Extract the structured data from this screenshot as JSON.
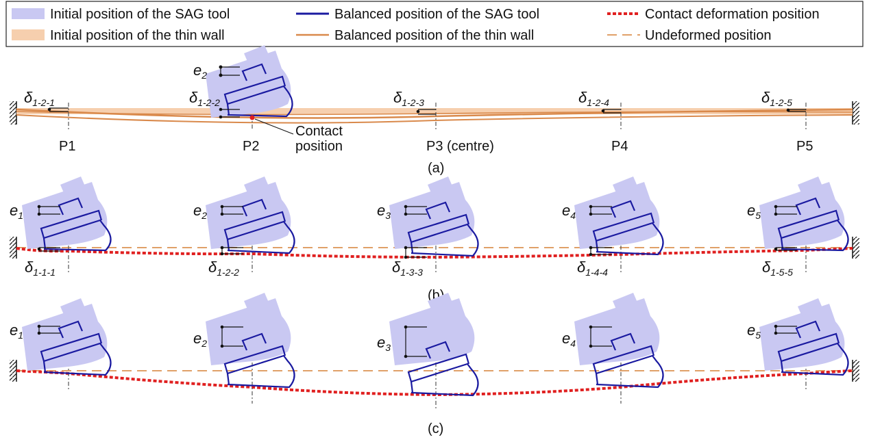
{
  "legend": {
    "initial_tool": "Initial position of the SAG tool",
    "initial_wall": "Initial position of the thin wall",
    "balanced_tool": "Balanced position of the SAG tool",
    "balanced_wall": "Balanced position of the thin wall",
    "contact_deformation": "Contact deformation position",
    "undeformed": "Undeformed position"
  },
  "colors": {
    "tool_initial": "#c9c8f2",
    "tool_balanced": "#1a1aa0",
    "wall_initial": "#f6cfae",
    "wall_balanced": "#d9894b",
    "contact_deformation": "#e02020",
    "undeformed": "#e0a068"
  },
  "positions": [
    "P1",
    "P2",
    "P3 (centre)",
    "P4",
    "P5"
  ],
  "panel_a": {
    "caption": "(a)",
    "contact_label_line1": "Contact",
    "contact_label_line2": "position",
    "e_label": {
      "letter": "e",
      "sub": "2"
    },
    "deltas": [
      {
        "letter": "δ",
        "sub": "1-2-1"
      },
      {
        "letter": "δ",
        "sub": "1-2-2"
      },
      {
        "letter": "δ",
        "sub": "1-2-3"
      },
      {
        "letter": "δ",
        "sub": "1-2-4"
      },
      {
        "letter": "δ",
        "sub": "1-2-5"
      }
    ]
  },
  "panel_b": {
    "caption": "(b)",
    "e_labels": [
      {
        "letter": "e",
        "sub": "1"
      },
      {
        "letter": "e",
        "sub": "2"
      },
      {
        "letter": "e",
        "sub": "3"
      },
      {
        "letter": "e",
        "sub": "4"
      },
      {
        "letter": "e",
        "sub": "5"
      }
    ],
    "deltas": [
      {
        "letter": "δ",
        "sub": "1-1-1"
      },
      {
        "letter": "δ",
        "sub": "1-2-2"
      },
      {
        "letter": "δ",
        "sub": "1-3-3"
      },
      {
        "letter": "δ",
        "sub": "1-4-4"
      },
      {
        "letter": "δ",
        "sub": "1-5-5"
      }
    ]
  },
  "panel_c": {
    "caption": "(c)",
    "e_labels": [
      {
        "letter": "e",
        "sub": "1"
      },
      {
        "letter": "e",
        "sub": "2"
      },
      {
        "letter": "e",
        "sub": "3"
      },
      {
        "letter": "e",
        "sub": "4"
      },
      {
        "letter": "e",
        "sub": "5"
      }
    ]
  }
}
